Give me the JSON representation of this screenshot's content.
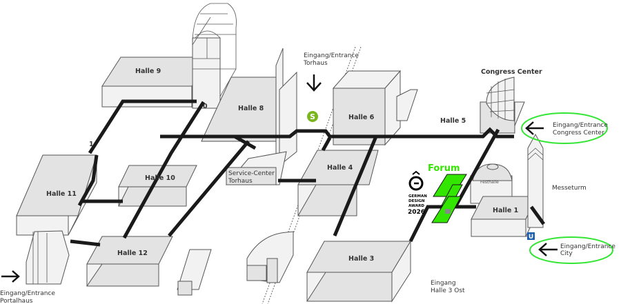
{
  "map": {
    "title": "Messe Frankfurt Geländeplan",
    "halls": [
      {
        "id": "halle-9",
        "label": "Halle 9"
      },
      {
        "id": "halle-8",
        "label": "Halle 8"
      },
      {
        "id": "halle-6",
        "label": "Halle 6"
      },
      {
        "id": "halle-5",
        "label": "Halle 5"
      },
      {
        "id": "halle-4",
        "label": "Halle 4"
      },
      {
        "id": "halle-3",
        "label": "Halle 3"
      },
      {
        "id": "halle-1",
        "label": "Halle 1"
      },
      {
        "id": "halle-10",
        "label": "Halle 10"
      },
      {
        "id": "halle-11",
        "label": "Halle 11"
      },
      {
        "id": "halle-12",
        "label": "Halle 12"
      }
    ],
    "buildings": {
      "congress_center": "Congress Center",
      "service_center_line1": "Service-Center",
      "service_center_line2": "Torhaus",
      "festhalle": "Festhalle",
      "messeturm": "Messeturm",
      "forum": "Forum"
    },
    "level_markers": {
      "zero": "0",
      "one": "1"
    },
    "entrances": {
      "torhaus_line1": "Eingang/Entrance",
      "torhaus_line2": "Torhaus",
      "congress_line1": "Eingang/Entrance",
      "congress_line2": "Congress Center",
      "city_line1": "Eingang/Entrance",
      "city_line2": "City",
      "portalhaus_line1": "Eingang/Entrance",
      "portalhaus_line2": "Portalhaus",
      "halle3ost_line1": "Eingang",
      "halle3ost_line2": "Halle 3 Ost"
    },
    "transit": {
      "s_bahn": "S",
      "u_bahn": "U"
    },
    "award": {
      "line1": "GERMAN",
      "line2": "DESIGN",
      "line3": "AWARD",
      "line4": "2026"
    },
    "colors": {
      "highlight_green": "#33e600",
      "s_bahn_green": "#7ab51d",
      "u_bahn_blue": "#1c5fae",
      "walkway": "#1a1a1a",
      "building_fill": "#e3e3e3"
    }
  }
}
